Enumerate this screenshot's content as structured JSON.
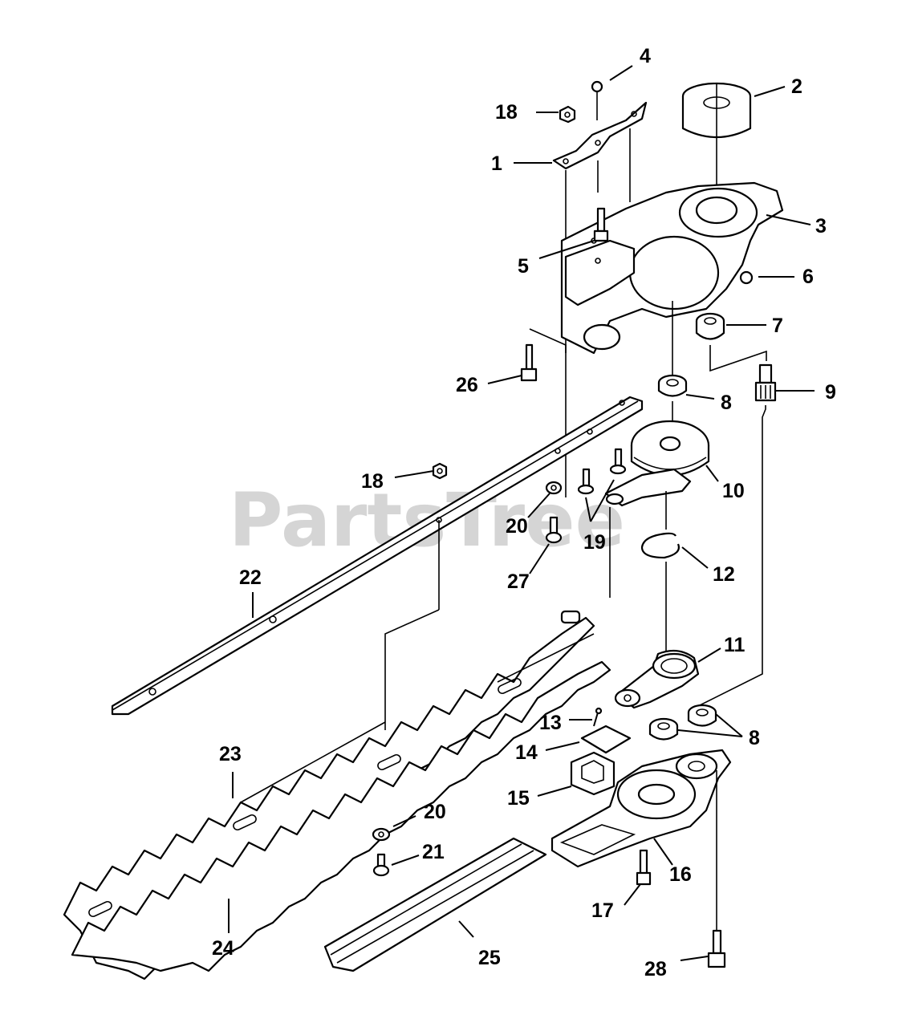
{
  "watermark": "PartsTree",
  "callouts": [
    {
      "id": "p1",
      "label": "1"
    },
    {
      "id": "p2",
      "label": "2"
    },
    {
      "id": "p3",
      "label": "3"
    },
    {
      "id": "p4",
      "label": "4"
    },
    {
      "id": "p5",
      "label": "5"
    },
    {
      "id": "p6",
      "label": "6"
    },
    {
      "id": "p7",
      "label": "7"
    },
    {
      "id": "p8a",
      "label": "8"
    },
    {
      "id": "p8b",
      "label": "8"
    },
    {
      "id": "p9",
      "label": "9"
    },
    {
      "id": "p10",
      "label": "10"
    },
    {
      "id": "p11",
      "label": "11"
    },
    {
      "id": "p12",
      "label": "12"
    },
    {
      "id": "p13",
      "label": "13"
    },
    {
      "id": "p14",
      "label": "14"
    },
    {
      "id": "p15",
      "label": "15"
    },
    {
      "id": "p16",
      "label": "16"
    },
    {
      "id": "p17",
      "label": "17"
    },
    {
      "id": "p18a",
      "label": "18"
    },
    {
      "id": "p18b",
      "label": "18"
    },
    {
      "id": "p19",
      "label": "19"
    },
    {
      "id": "p20a",
      "label": "20"
    },
    {
      "id": "p20b",
      "label": "20"
    },
    {
      "id": "p21",
      "label": "21"
    },
    {
      "id": "p22",
      "label": "22"
    },
    {
      "id": "p23",
      "label": "23"
    },
    {
      "id": "p24",
      "label": "24"
    },
    {
      "id": "p25",
      "label": "25"
    },
    {
      "id": "p26",
      "label": "26"
    },
    {
      "id": "p27",
      "label": "27"
    },
    {
      "id": "p28",
      "label": "28"
    }
  ]
}
